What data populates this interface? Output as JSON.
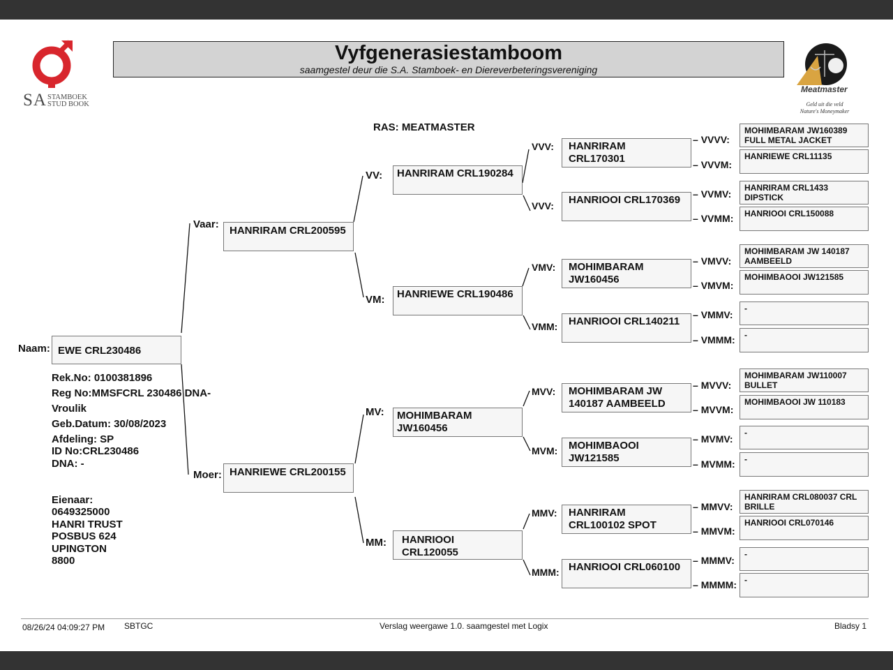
{
  "header": {
    "title": "Vyfgenerasiestamboom",
    "subtitle": "saamgestel deur die S.A. Stamboek- en Diereverbeteringsvereniging",
    "logo_left": {
      "big": "SA",
      "line1": "STAMBOEK",
      "line2": "STUD BOOK"
    },
    "logo_right": {
      "name": "Meatmaster",
      "tag1": "Geld uit die veld",
      "tag2": "Nature's Moneymaker"
    },
    "breed": "RAS: MEATMASTER"
  },
  "animal": {
    "label": "Naam:",
    "name": "EWE CRL230486",
    "rek_no": "Rek.No: 0100381896",
    "reg_no": "Reg No:MMSFCRL 230486 DNA-",
    "sex": "Vroulik",
    "birth": "Geb.Datum: 30/08/2023",
    "section": "Afdeling: SP",
    "id_no": "ID No:CRL230486",
    "dna": "DNA: -"
  },
  "owner": {
    "label": "Eienaar:",
    "lines": [
      "0649325000",
      "HANRI TRUST",
      "POSBUS 624",
      "UPINGTON",
      "8800"
    ]
  },
  "gen1": {
    "V": {
      "label": "Vaar:",
      "name": "HANRIRAM CRL200595"
    },
    "M": {
      "label": "Moer:",
      "name": "HANRIEWE CRL200155"
    }
  },
  "gen2": {
    "VV": {
      "label": "VV:",
      "name": "HANRIRAM CRL190284"
    },
    "VM": {
      "label": "VM:",
      "name": "HANRIEWE CRL190486"
    },
    "MV": {
      "label": "MV:",
      "name": "MOHIMBARAM JW160456"
    },
    "MM": {
      "label": "MM:",
      "name": "HANRIOOI CRL120055"
    }
  },
  "gen3": {
    "VVV": {
      "label": "VVV:",
      "name": "HANRIRAM CRL170301"
    },
    "VVM": {
      "label": "VVV:",
      "name": "HANRIOOI CRL170369"
    },
    "VMV": {
      "label": "VMV:",
      "name": "MOHIMBARAM JW160456"
    },
    "VMM": {
      "label": "VMM:",
      "name": "HANRIOOI CRL140211"
    },
    "MVV": {
      "label": "MVV:",
      "name": "MOHIMBARAM JW 140187 AAMBEELD"
    },
    "MVM": {
      "label": "MVM:",
      "name": "MOHIMBAOOI JW121585"
    },
    "MMV": {
      "label": "MMV:",
      "name": "HANRIRAM CRL100102 SPOT"
    },
    "MMM": {
      "label": "MMM:",
      "name": "HANRIOOI CRL060100"
    }
  },
  "gen4": {
    "VVVV": {
      "label": "VVVV:",
      "name": "MOHIMBARAM JW160389 FULL METAL JACKET"
    },
    "VVVM": {
      "label": "VVVM:",
      "name": "HANRIEWE CRL11135"
    },
    "VVMV": {
      "label": "VVMV:",
      "name": "HANRIRAM CRL1433 DIPSTICK"
    },
    "VVMM": {
      "label": "VVMM:",
      "name": "HANRIOOI CRL150088"
    },
    "VMVV": {
      "label": "VMVV:",
      "name": "MOHIMBARAM JW 140187 AAMBEELD"
    },
    "VMVM": {
      "label": "VMVM:",
      "name": "MOHIMBAOOI JW121585"
    },
    "VMMV": {
      "label": "VMMV:",
      "name": "-"
    },
    "VMMM": {
      "label": "VMMM:",
      "name": "-"
    },
    "MVVV": {
      "label": "MVVV:",
      "name": "MOHIMBARAM JW110007 BULLET"
    },
    "MVVM": {
      "label": "MVVM:",
      "name": "MOHIMBAOOI JW 110183"
    },
    "MVMV": {
      "label": "MVMV:",
      "name": "-"
    },
    "MVMM": {
      "label": "MVMM:",
      "name": "-"
    },
    "MMVV": {
      "label": "MMVV:",
      "name": "HANRIRAM CRL080037 CRL BRILLE"
    },
    "MMVM": {
      "label": "MMVM:",
      "name": "HANRIOOI CRL070146"
    },
    "MMMV": {
      "label": "MMMV:",
      "name": "-"
    },
    "MMMM": {
      "label": "MMMM:",
      "name": "-"
    }
  },
  "footer": {
    "datetime": "08/26/24 04:09:27 PM",
    "code": "SBTGC",
    "report": "Verslag weergawe 1.0. saamgestel met Logix",
    "page": "Bladsy 1"
  }
}
